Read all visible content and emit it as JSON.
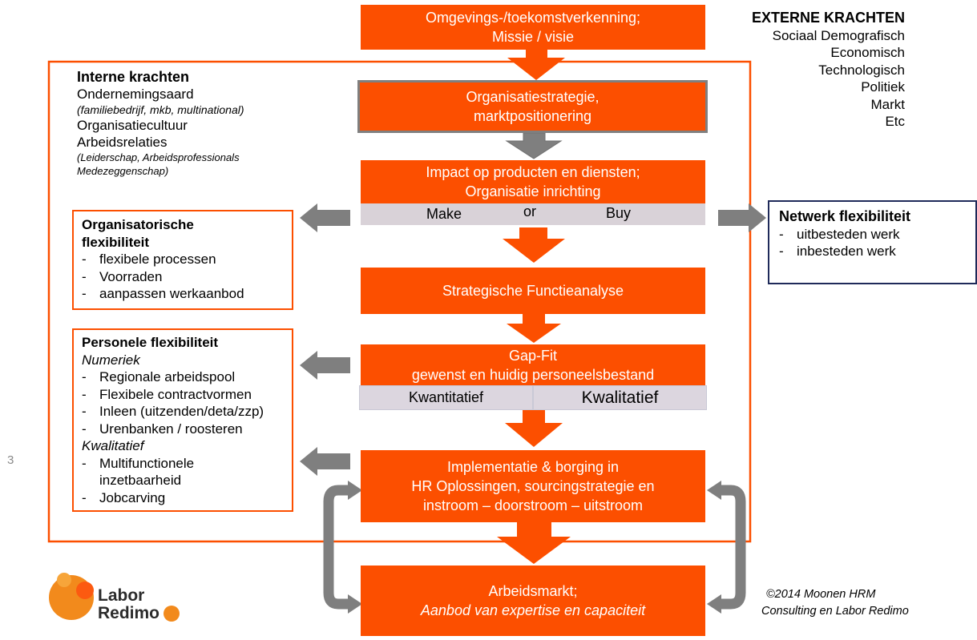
{
  "page_number": "3",
  "external": {
    "title": "EXTERNE KRACHTEN",
    "items": [
      "Sociaal Demografisch",
      "Economisch",
      "Technologisch",
      "Politiek",
      "Markt",
      "Etc"
    ]
  },
  "internal": {
    "title": "Interne krachten",
    "line1": "Ondernemingsaard",
    "line1_note": "(familiebedrijf, mkb, multinational)",
    "line2": "Organisatiecultuur",
    "line3": "Arbeidsrelaties",
    "line3_note_a": "(Leiderschap, Arbeidsprofessionals",
    "line3_note_b": "Medezeggenschap)"
  },
  "flow": {
    "box1": [
      "Omgevings-/toekomstverkenning;",
      "Missie / visie"
    ],
    "box2": [
      "Organisatiestrategie,",
      "marktpositionering"
    ],
    "box3": [
      "Impact op producten en diensten;",
      "Organisatie inrichting"
    ],
    "make": "Make",
    "or": "or",
    "buy": "Buy",
    "box4": "Strategische Functieanalyse",
    "box5": [
      "Gap-Fit",
      "gewenst en huidig personeelsbestand"
    ],
    "kwantitatief": "Kwantitatief",
    "kwalitatief": "Kwalitatief",
    "box6": [
      "Implementatie & borging in",
      "HR Oplossingen, sourcingstrategie en",
      "instroom – doorstroom – uitstroom"
    ],
    "box7": [
      "Arbeidsmarkt;",
      "Aanbod van expertise en capaciteit"
    ]
  },
  "org_flex": {
    "title_a": "Organisatorische",
    "title_b": "flexibiliteit",
    "items": [
      "flexibele processen",
      "Voorraden",
      "aanpassen werkaanbod"
    ]
  },
  "pers_flex": {
    "title": "Personele flexibiliteit",
    "sub1": "Numeriek",
    "items1": [
      "Regionale arbeidspool",
      "Flexibele contractvormen",
      "Inleen (uitzenden/deta/zzp)",
      "Urenbanken / roosteren"
    ],
    "sub2": "Kwalitatief",
    "items2a": [
      "Multifunctionele",
      "inzetbaarheid"
    ],
    "items2b": [
      "Jobcarving"
    ]
  },
  "network": {
    "title": "Netwerk flexibiliteit",
    "items": [
      "uitbesteden werk",
      "inbesteden werk"
    ]
  },
  "logo": {
    "line1": "Labor",
    "line2": "Redimo"
  },
  "copyright": [
    "©2014 Moonen HRM",
    "Consulting en Labor Redimo"
  ],
  "colors": {
    "accent": "#fc4f00",
    "arrow_gray": "#7f7f7f",
    "navy": "#1f2a5a",
    "row_gray": "#d9d2d8"
  }
}
